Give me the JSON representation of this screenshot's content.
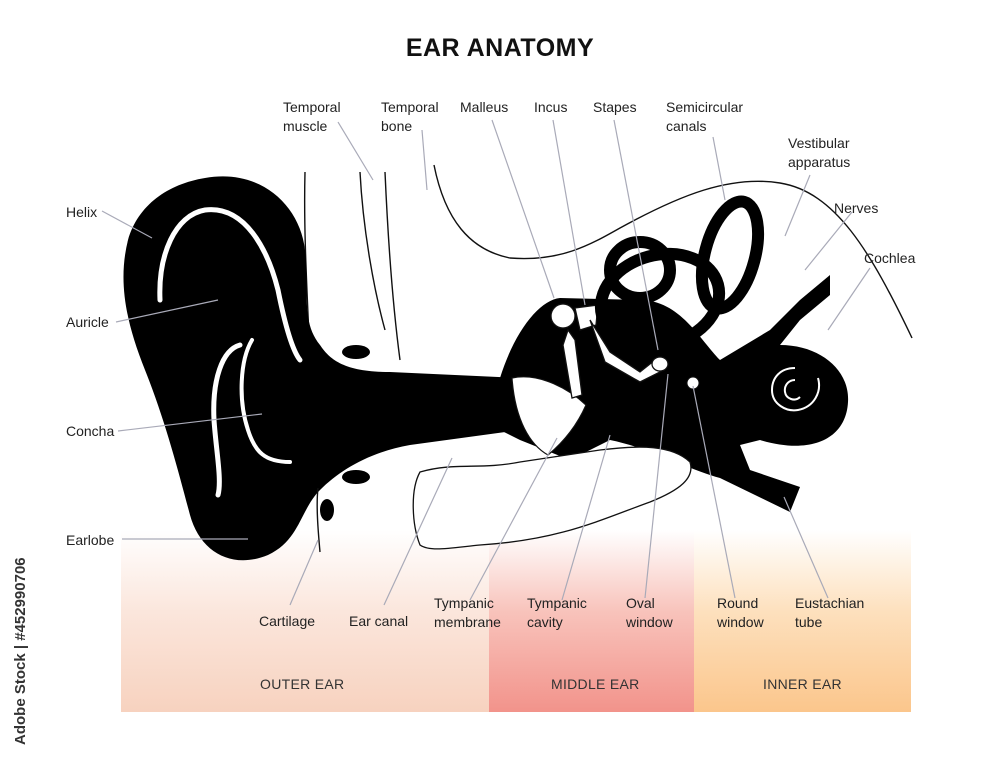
{
  "title": "EAR ANATOMY",
  "colors": {
    "outer_ear": "#f9d9c8",
    "middle_ear": "#f4a49c",
    "inner_ear": "#fbd2a0",
    "anatomy_fill": "#000000",
    "leader_line": "#a9aab8"
  },
  "labels": {
    "temporal_muscle": [
      "Temporal",
      "muscle"
    ],
    "temporal_bone": [
      "Temporal",
      "bone"
    ],
    "malleus": "Malleus",
    "incus": "Incus",
    "stapes": "Stapes",
    "semicircular_canals": [
      "Semicircular",
      "canals"
    ],
    "vestibular_apparatus": [
      "Vestibular",
      "apparatus"
    ],
    "nerves": "Nerves",
    "cochlea": "Cochlea",
    "helix": "Helix",
    "auricle": "Auricle",
    "concha": "Concha",
    "earlobe": "Earlobe",
    "cartilage": "Cartilage",
    "ear_canal": "Ear canal",
    "tympanic_membrane": [
      "Tympanic",
      "membrane"
    ],
    "tympanic_cavity": [
      "Tympanic",
      "cavity"
    ],
    "oval_window": [
      "Oval",
      "window"
    ],
    "round_window": [
      "Round",
      "window"
    ],
    "eustachian_tube": [
      "Eustachian",
      "tube"
    ]
  },
  "zones": {
    "outer": "OUTER EAR",
    "middle": "MIDDLE EAR",
    "inner": "INNER EAR"
  },
  "stock_id": "Adobe Stock | #452990706"
}
